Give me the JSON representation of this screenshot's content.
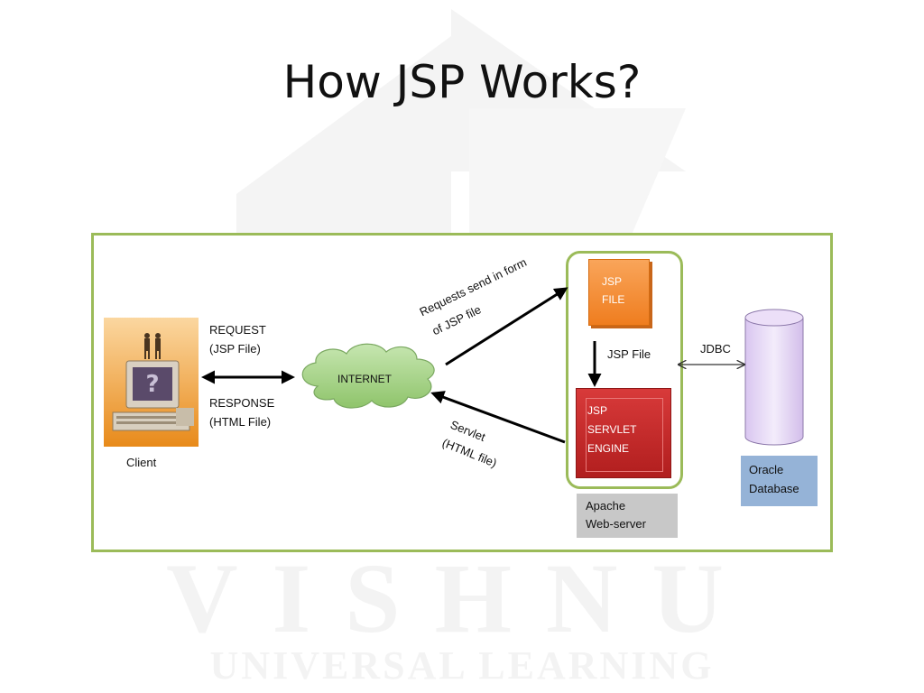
{
  "slide": {
    "title": "How JSP Works?"
  },
  "watermark": {
    "main": "VISHNU",
    "sub": "UNIVERSAL LEARNING"
  },
  "client": {
    "label": "Client",
    "screen_symbol": "?"
  },
  "request": {
    "line1": "REQUEST",
    "line2": "(JSP File)"
  },
  "response": {
    "line1": "RESPONSE",
    "line2": "(HTML File)"
  },
  "internet": {
    "label": "INTERNET"
  },
  "request_note": {
    "line1": "Requests send in form",
    "line2": "of JSP file"
  },
  "servlet_note": {
    "line1": "Servlet",
    "line2": "(HTML file)"
  },
  "jsp_file": {
    "line1": "JSP",
    "line2": "FILE"
  },
  "jsp_file_flow": {
    "label": "JSP File"
  },
  "engine": {
    "line1": "JSP",
    "line2": "SERVLET",
    "line3": "ENGINE"
  },
  "server": {
    "line1": "Apache",
    "line2": "Web-server"
  },
  "jdbc": {
    "label": "JDBC"
  },
  "database": {
    "line1": "Oracle",
    "line2": "Database"
  },
  "colors": {
    "frame": "#9bbb59",
    "jsp_file": "#f79646",
    "engine": "#c0302f",
    "database_cylinder": "#e6d9f5",
    "database_label": "#95b3d7",
    "server_label": "#c8c8c8",
    "cloud": "#a8d58a"
  }
}
